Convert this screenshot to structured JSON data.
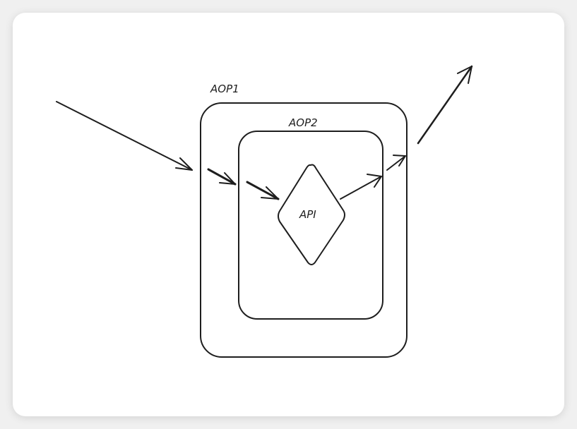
{
  "diagram": {
    "outer_box": {
      "label": "AOP1"
    },
    "inner_box": {
      "label": "AOP2"
    },
    "center_node": {
      "label": "API",
      "shape": "diamond"
    },
    "stroke_color": "#1e1e1e",
    "background": "#ffffff",
    "arrows": [
      {
        "from": "outside",
        "to": "AOP1"
      },
      {
        "from": "AOP1",
        "to": "AOP2"
      },
      {
        "from": "AOP2",
        "to": "API"
      },
      {
        "from": "API",
        "to": "AOP2"
      },
      {
        "from": "AOP2",
        "to": "AOP1"
      },
      {
        "from": "AOP1",
        "to": "outside"
      }
    ]
  }
}
